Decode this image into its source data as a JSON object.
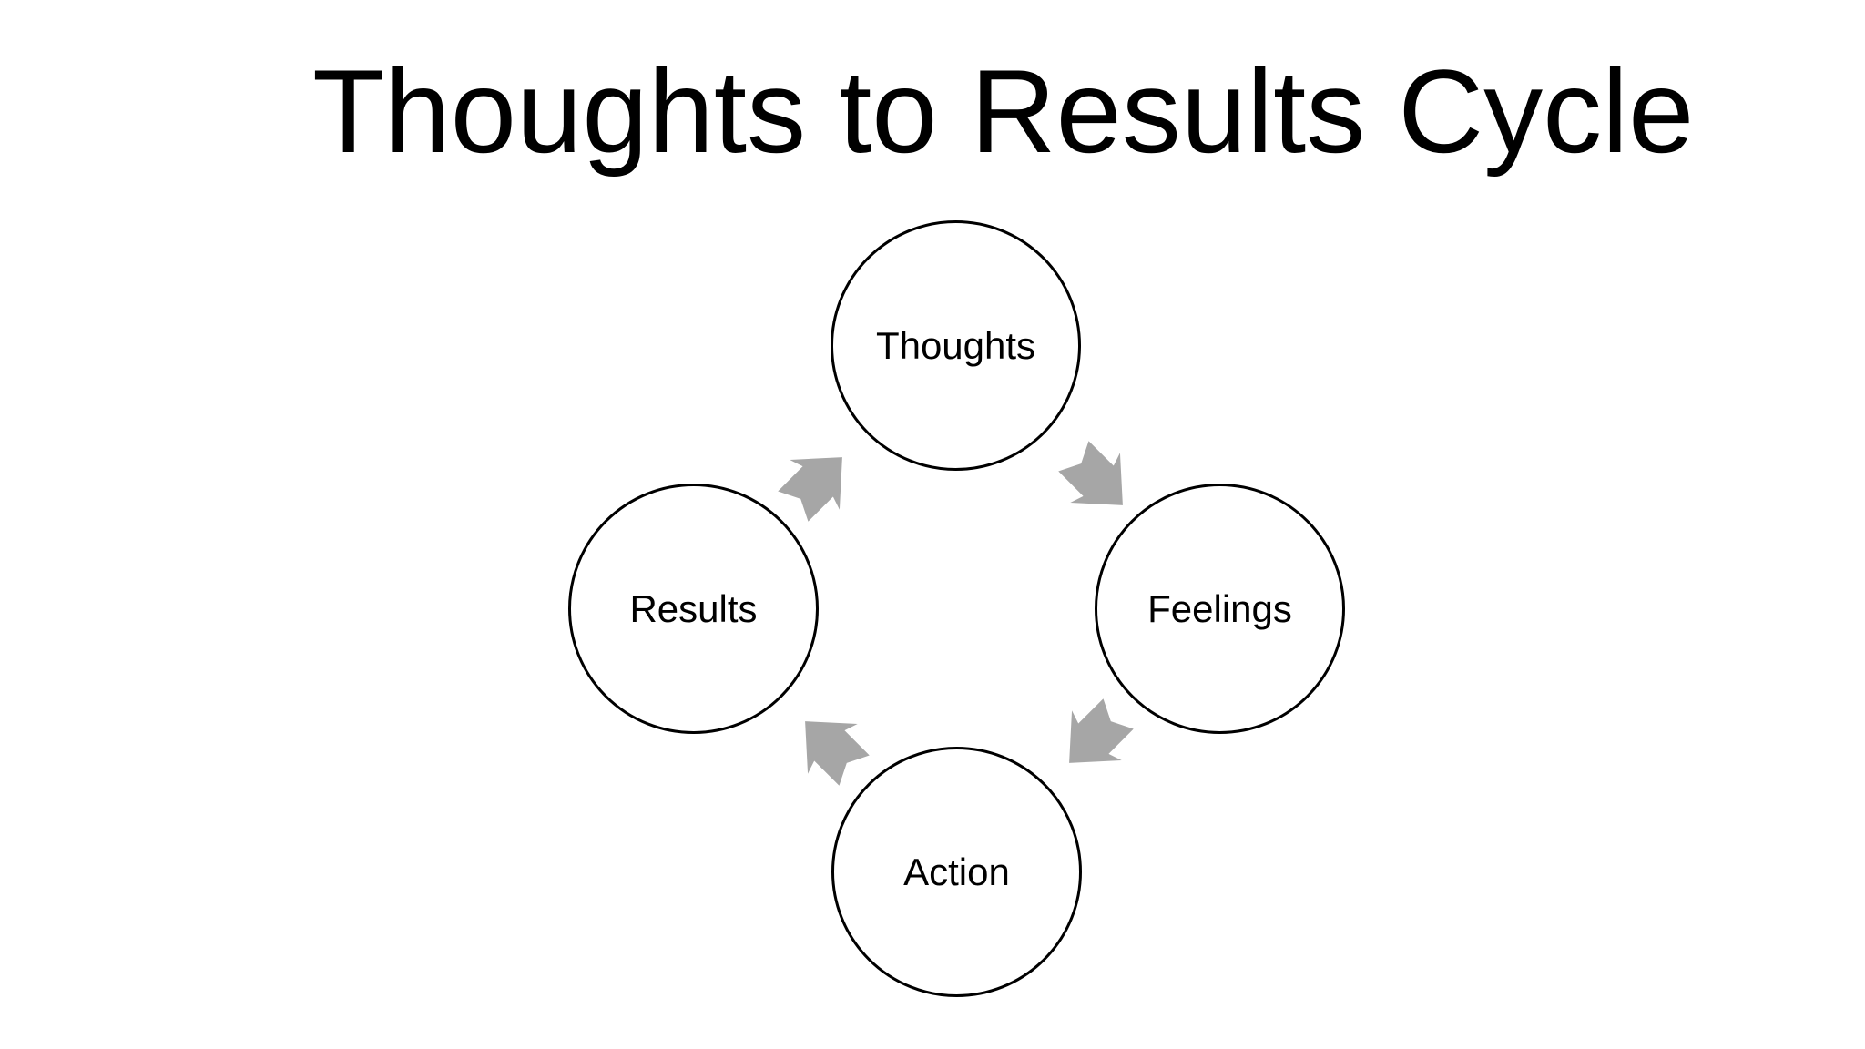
{
  "title": "Thoughts to Results Cycle",
  "diagram": {
    "type": "cycle",
    "direction": "clockwise",
    "nodes": [
      {
        "id": "thoughts",
        "label": "Thoughts",
        "position": "top"
      },
      {
        "id": "feelings",
        "label": "Feelings",
        "position": "right"
      },
      {
        "id": "action",
        "label": "Action",
        "position": "bottom"
      },
      {
        "id": "results",
        "label": "Results",
        "position": "left"
      }
    ],
    "arrows": [
      {
        "from": "Thoughts",
        "to": "Feelings",
        "direction": "down-right"
      },
      {
        "from": "Feelings",
        "to": "Action",
        "direction": "down-left"
      },
      {
        "from": "Action",
        "to": "Results",
        "direction": "up-left"
      },
      {
        "from": "Results",
        "to": "Thoughts",
        "direction": "up-right"
      }
    ],
    "colors": {
      "background": "#ffffff",
      "node_fill": "#ffffff",
      "node_stroke": "#000000",
      "label_text": "#000000",
      "title_text": "#000000",
      "arrow_fill": "#a6a6a6"
    }
  }
}
